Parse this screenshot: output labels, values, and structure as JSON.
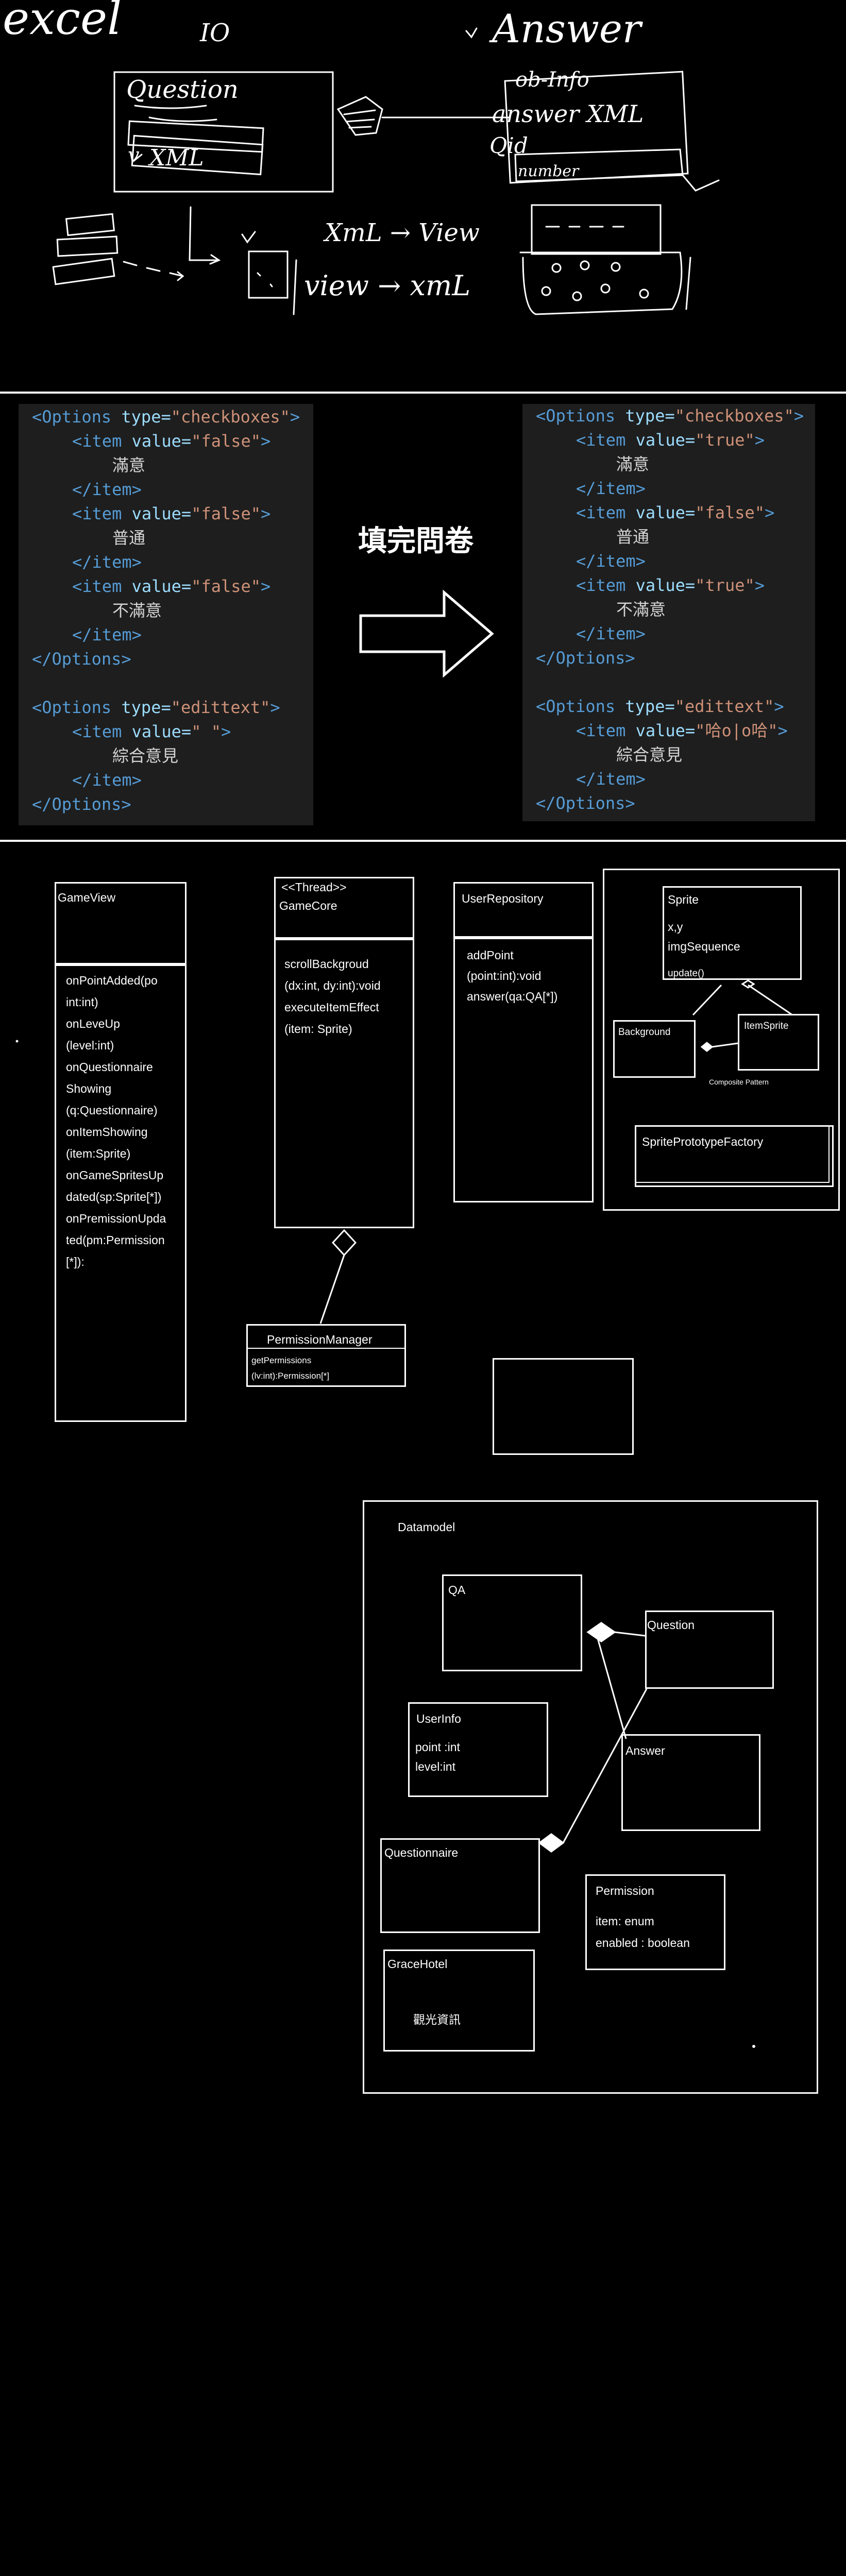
{
  "sketch": {
    "excel": "excel",
    "io": "IO",
    "answer": "Answer",
    "question": "Question",
    "xml_left": "XML",
    "ob_info": "ob-Info",
    "answer_xml": "answer XML",
    "qid": "Qid",
    "number": "number",
    "xml_to_view": "XmL → View",
    "view_to_xml": "view → xmL"
  },
  "code_left": {
    "lines": [
      {
        "indent": 0,
        "parts": [
          [
            "tag",
            "<Options "
          ],
          [
            "attr",
            "type="
          ],
          [
            "str",
            "\"checkboxes\""
          ],
          [
            "tag",
            ">"
          ]
        ]
      },
      {
        "indent": 1,
        "parts": [
          [
            "tag",
            "<item "
          ],
          [
            "attr",
            "value="
          ],
          [
            "str",
            "\"false\""
          ],
          [
            "tag",
            ">"
          ]
        ]
      },
      {
        "indent": 2,
        "parts": [
          [
            "txt",
            "滿意"
          ]
        ]
      },
      {
        "indent": 1,
        "parts": [
          [
            "tag",
            "</item>"
          ]
        ]
      },
      {
        "indent": 1,
        "parts": [
          [
            "tag",
            "<item "
          ],
          [
            "attr",
            "value="
          ],
          [
            "str",
            "\"false\""
          ],
          [
            "tag",
            ">"
          ]
        ]
      },
      {
        "indent": 2,
        "parts": [
          [
            "txt",
            "普通"
          ]
        ]
      },
      {
        "indent": 1,
        "parts": [
          [
            "tag",
            "</item>"
          ]
        ]
      },
      {
        "indent": 1,
        "parts": [
          [
            "tag",
            "<item "
          ],
          [
            "attr",
            "value="
          ],
          [
            "str",
            "\"false\""
          ],
          [
            "tag",
            ">"
          ]
        ]
      },
      {
        "indent": 2,
        "parts": [
          [
            "txt",
            "不滿意"
          ]
        ]
      },
      {
        "indent": 1,
        "parts": [
          [
            "tag",
            "</item>"
          ]
        ]
      },
      {
        "indent": 0,
        "parts": [
          [
            "tag",
            "</Options>"
          ]
        ]
      },
      {
        "indent": 0,
        "parts": []
      },
      {
        "indent": 0,
        "parts": [
          [
            "tag",
            "<Options "
          ],
          [
            "attr",
            "type="
          ],
          [
            "str",
            "\"edittext\""
          ],
          [
            "tag",
            ">"
          ]
        ]
      },
      {
        "indent": 1,
        "parts": [
          [
            "tag",
            "<item "
          ],
          [
            "attr",
            "value="
          ],
          [
            "str",
            "\" \""
          ],
          [
            "tag",
            ">"
          ]
        ]
      },
      {
        "indent": 2,
        "parts": [
          [
            "txt",
            "綜合意見"
          ]
        ]
      },
      {
        "indent": 1,
        "parts": [
          [
            "tag",
            "</item>"
          ]
        ]
      },
      {
        "indent": 0,
        "parts": [
          [
            "tag",
            "</Options>"
          ]
        ]
      }
    ]
  },
  "code_right": {
    "lines": [
      {
        "indent": 0,
        "parts": [
          [
            "tag",
            "<Options "
          ],
          [
            "attr",
            "type="
          ],
          [
            "str",
            "\"checkboxes\""
          ],
          [
            "tag",
            ">"
          ]
        ]
      },
      {
        "indent": 1,
        "parts": [
          [
            "tag",
            "<item "
          ],
          [
            "attr",
            "value="
          ],
          [
            "str",
            "\"true\""
          ],
          [
            "tag",
            ">"
          ]
        ]
      },
      {
        "indent": 2,
        "parts": [
          [
            "txt",
            "滿意"
          ]
        ]
      },
      {
        "indent": 1,
        "parts": [
          [
            "tag",
            "</item>"
          ]
        ]
      },
      {
        "indent": 1,
        "parts": [
          [
            "tag",
            "<item "
          ],
          [
            "attr",
            "value="
          ],
          [
            "str",
            "\"false\""
          ],
          [
            "tag",
            ">"
          ]
        ]
      },
      {
        "indent": 2,
        "parts": [
          [
            "txt",
            "普通"
          ]
        ]
      },
      {
        "indent": 1,
        "parts": [
          [
            "tag",
            "</item>"
          ]
        ]
      },
      {
        "indent": 1,
        "parts": [
          [
            "tag",
            "<item "
          ],
          [
            "attr",
            "value="
          ],
          [
            "str",
            "\"true\""
          ],
          [
            "tag",
            ">"
          ]
        ]
      },
      {
        "indent": 2,
        "parts": [
          [
            "txt",
            "不滿意"
          ]
        ]
      },
      {
        "indent": 1,
        "parts": [
          [
            "tag",
            "</item>"
          ]
        ]
      },
      {
        "indent": 0,
        "parts": [
          [
            "tag",
            "</Options>"
          ]
        ]
      },
      {
        "indent": 0,
        "parts": []
      },
      {
        "indent": 0,
        "parts": [
          [
            "tag",
            "<Options "
          ],
          [
            "attr",
            "type="
          ],
          [
            "str",
            "\"edittext\""
          ],
          [
            "tag",
            ">"
          ]
        ]
      },
      {
        "indent": 1,
        "parts": [
          [
            "tag",
            "<item "
          ],
          [
            "attr",
            "value="
          ],
          [
            "str",
            "\"哈o|o哈\""
          ],
          [
            "tag",
            ">"
          ]
        ]
      },
      {
        "indent": 2,
        "parts": [
          [
            "txt",
            "綜合意見"
          ]
        ]
      },
      {
        "indent": 1,
        "parts": [
          [
            "tag",
            "</item>"
          ]
        ]
      },
      {
        "indent": 0,
        "parts": [
          [
            "tag",
            "</Options>"
          ]
        ]
      }
    ]
  },
  "fill_label": "填完問卷",
  "uml": {
    "gameview_title": "GameView",
    "gameview_methods": "onPointAdded(po\nint:int)\nonLeveUp\n(level:int)\n onQuestionnaire\nShowing\n(q:Questionnaire)\nonItemShowing\n(item:Sprite)\n onGameSpritesUp\ndated(sp:Sprite[*])\nonPremissionUpda\nted(pm:Permission\n[*]):",
    "gamecore_stereo": "<<Thread>>",
    "gamecore_title": "GameCore",
    "gamecore_methods": "scrollBackgroud\n(dx:int, dy:int):void\nexecuteItemEffect\n(item: Sprite)",
    "userrepo_title": "UserRepository",
    "userrepo_methods": "addPoint\n(point:int):void\nanswer(qa:QA[*])",
    "sprite_title": "Sprite",
    "sprite_attrs": "x,y\nimgSequence",
    "sprite_methods": "update()",
    "background_title": "Background",
    "itemsprite_title": "ItemSprite",
    "composite_label": "Composite Pattern",
    "factory_title": "SpritePrototypeFactory",
    "permmgr_title": "PermissionManager",
    "permmgr_methods": "getPermissions\n(lv:int):Permission[*]"
  },
  "datamodel": {
    "title": "Datamodel",
    "qa": "QA",
    "question": "Question",
    "userinfo_title": "UserInfo",
    "userinfo_attrs": "point :int\nlevel:int",
    "answer": "Answer",
    "questionnaire": "Questionnaire",
    "permission_title": "Permission",
    "permission_attrs": "item: enum\nenabled : boolean",
    "gracehotel_title": "GraceHotel",
    "gracehotel_sub": "觀光資訊"
  }
}
